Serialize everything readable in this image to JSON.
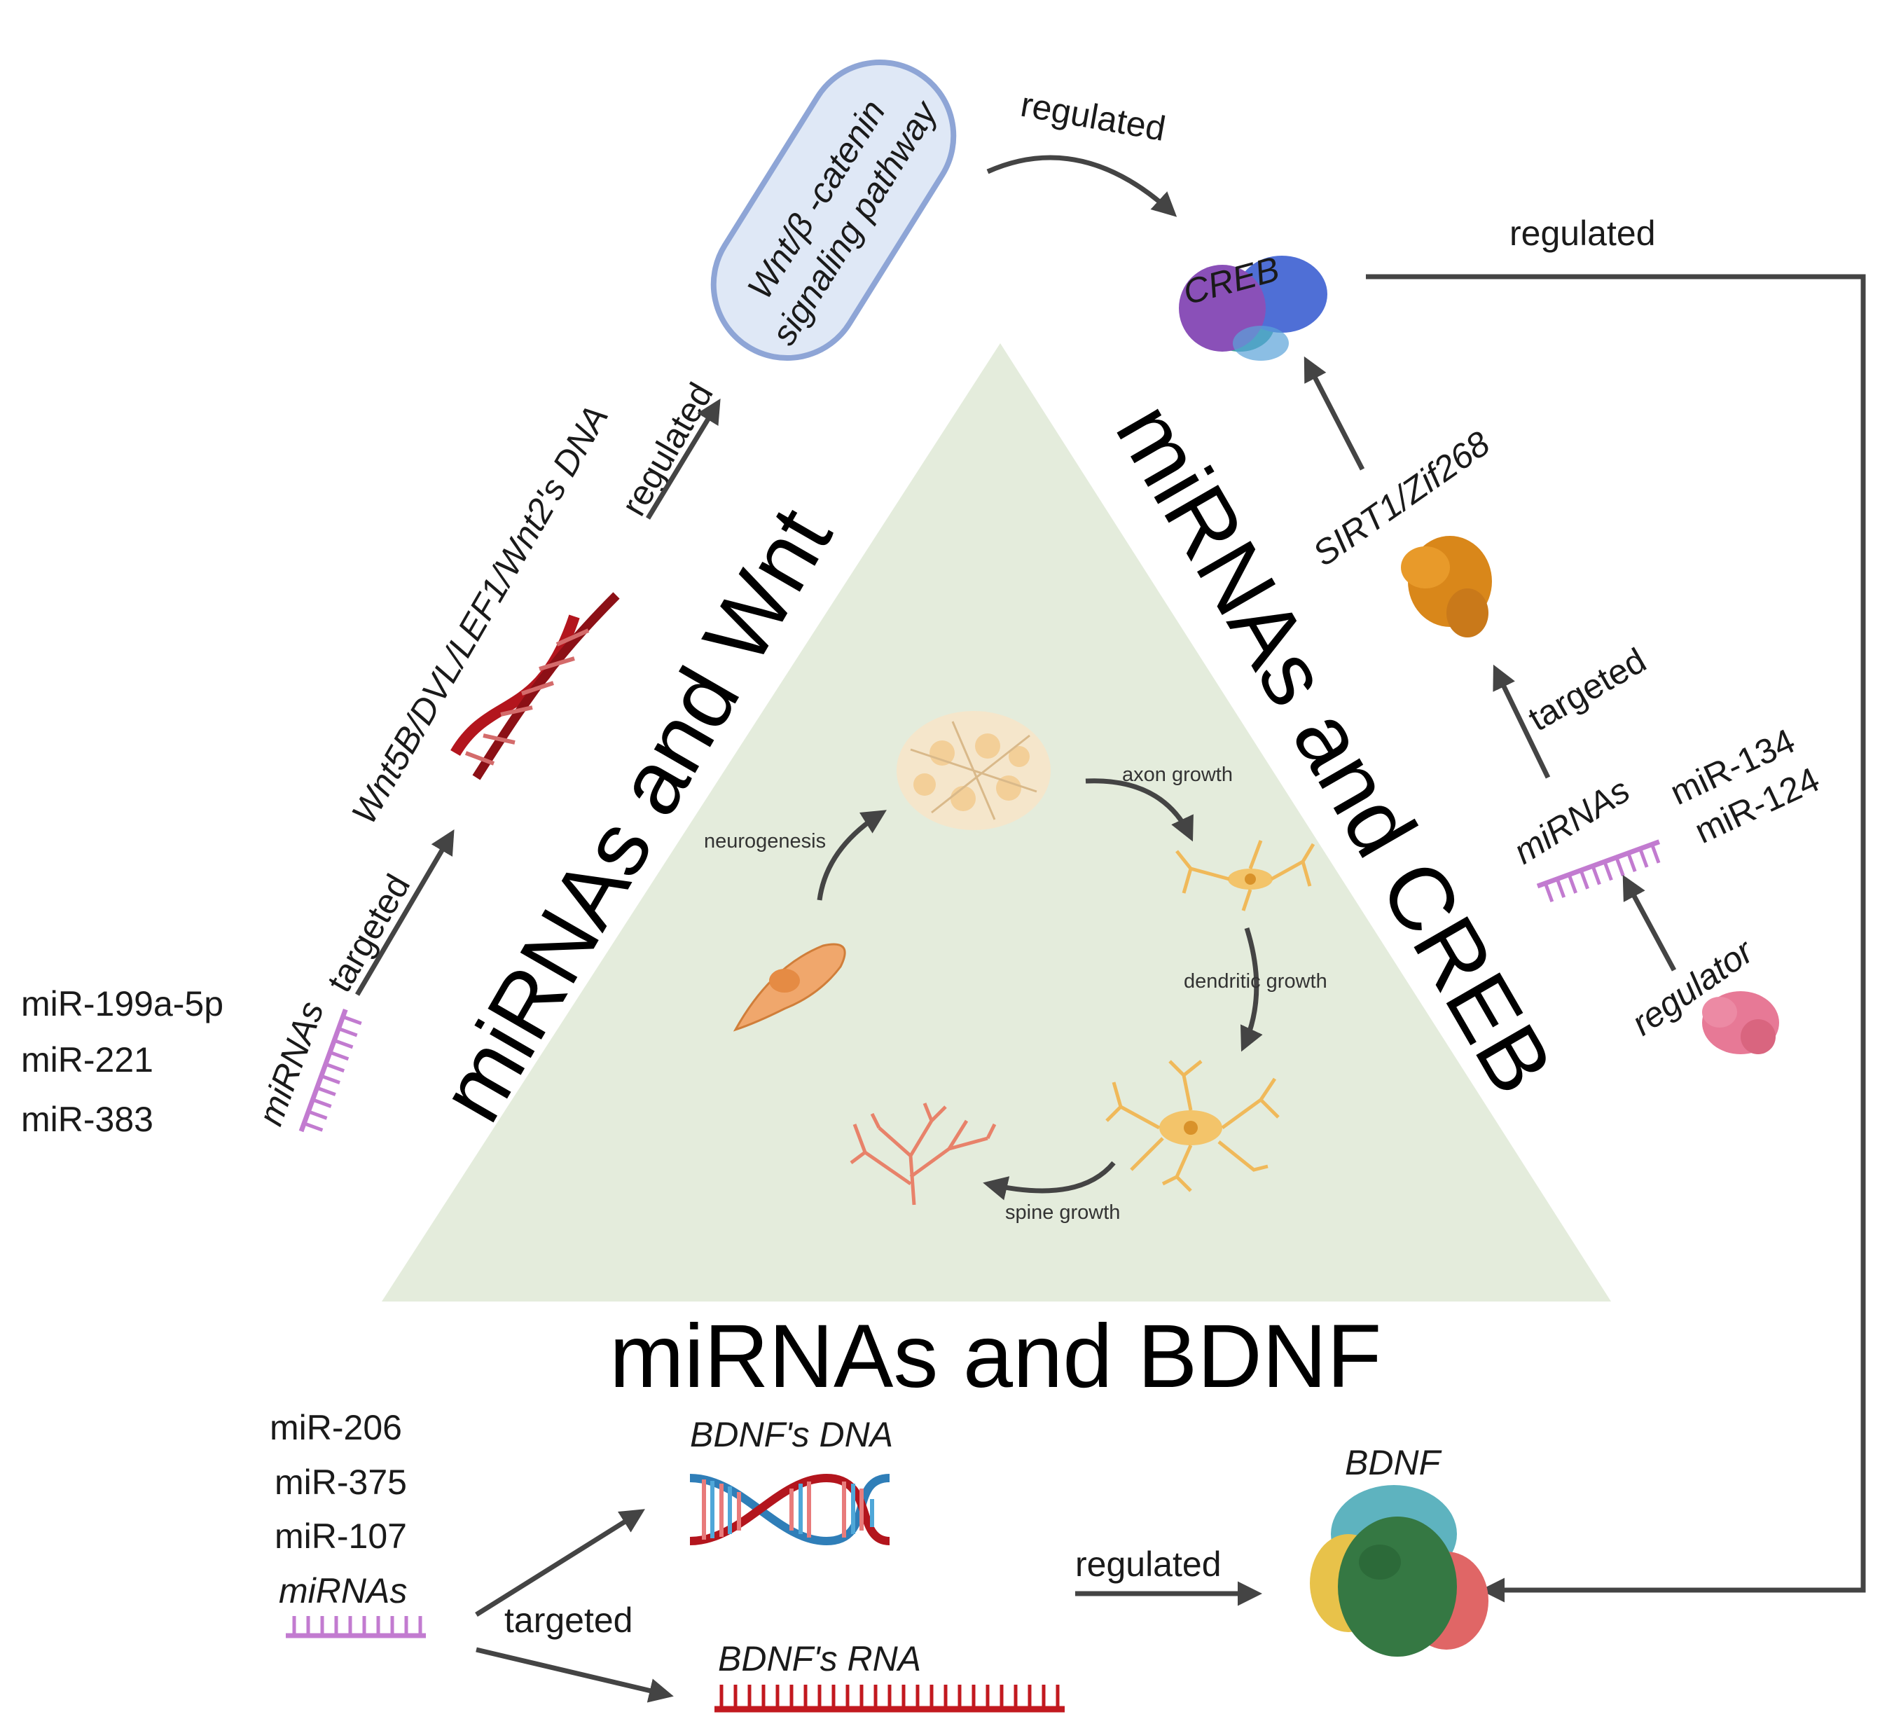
{
  "center": {
    "bdnf_title": "miRNAs and BDNF",
    "wnt_title": "miRNAs and Wnt",
    "creb_title": "miRNAs and CREB",
    "cycle": {
      "neurogenesis": "neurogenesis",
      "axon_growth": "axon growth",
      "dendritic_growth": "dendritic growth",
      "spine_growth": "spine growth"
    }
  },
  "wnt_branch": {
    "mirna_list": [
      "miR-199a-5p",
      "miR-221",
      "miR-383"
    ],
    "mirnas_label": "miRNAs",
    "targeted_label": "targeted",
    "dna_label": "Wnt5B/DVL/LEF1/Wnt2's DNA",
    "regulated_label": "regulated",
    "pathway_label_line1": "Wnt/β -catenin",
    "pathway_label_line2": "signaling pathway"
  },
  "top": {
    "regulated_to_creb": "regulated",
    "creb_label": "CREB",
    "regulated_right": "regulated"
  },
  "creb_branch": {
    "sirt_label": "SIRT1/Zif268",
    "targeted_label": "targeted",
    "mirnas_label": "miRNAs",
    "mirna_list": [
      "miR-134",
      "miR-124"
    ],
    "regulator_label": "regulator"
  },
  "bdnf_branch": {
    "mirna_list": [
      "miR-206",
      "miR-375",
      "miR-107"
    ],
    "mirnas_label": "miRNAs",
    "dna_label": "BDNF's DNA",
    "targeted_label": "targeted",
    "rna_label": "BDNF's RNA",
    "regulated_label": "regulated",
    "bdnf_label": "BDNF"
  },
  "colors": {
    "triangle": "#e4ecdc",
    "arrow": "#444444",
    "mirna_comb": "#c27bd0",
    "wnt_dna": "#b3151d",
    "pathway_fill": "#dfe8f6",
    "pathway_stroke": "#8ea5d6",
    "creb_purple": "#8a50b8",
    "creb_blue": "#4f6fd6",
    "creb_teal": "#3aa99a",
    "sirt_orange": "#d9871a",
    "regulator_pink": "#e77996",
    "bdnf_green": "#357843",
    "bdnf_teal": "#5eb3bf",
    "bdnf_yellow": "#e8c24a",
    "bdnf_red": "#e06666",
    "rna_red": "#c2191f"
  }
}
